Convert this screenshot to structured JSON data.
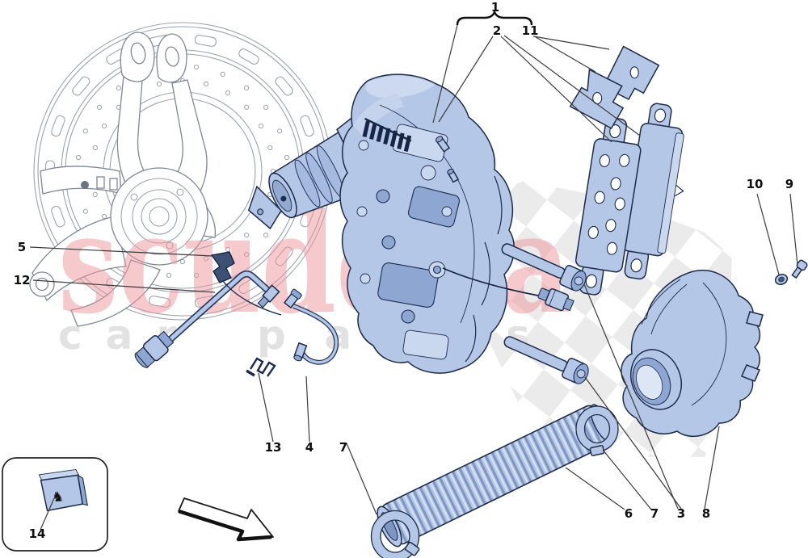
{
  "watermark": {
    "brand": "scuderia",
    "tagline_car": "car",
    "tagline_parts": "parts",
    "brand_color": "#f2aab0",
    "tagline_color": "#e2e2e2"
  },
  "callouts": {
    "c1": "1",
    "c2": "2",
    "c11": "11",
    "c10": "10",
    "c9": "9",
    "c5": "5",
    "c12": "12",
    "c13": "13",
    "c4": "4",
    "c7_left": "7",
    "c6": "6",
    "c7_right": "7",
    "c3": "3",
    "c8": "8",
    "c14": "14"
  },
  "icons": {
    "ferrari_horse": "♞"
  },
  "colors": {
    "part_fill": "#b5c7e7",
    "part_shadow": "#8da7d2",
    "part_outline": "#1d2b4a",
    "lineart_gray": "#9aa4ae",
    "checker_gray": "#ebebeb",
    "background": "#ffffff"
  }
}
